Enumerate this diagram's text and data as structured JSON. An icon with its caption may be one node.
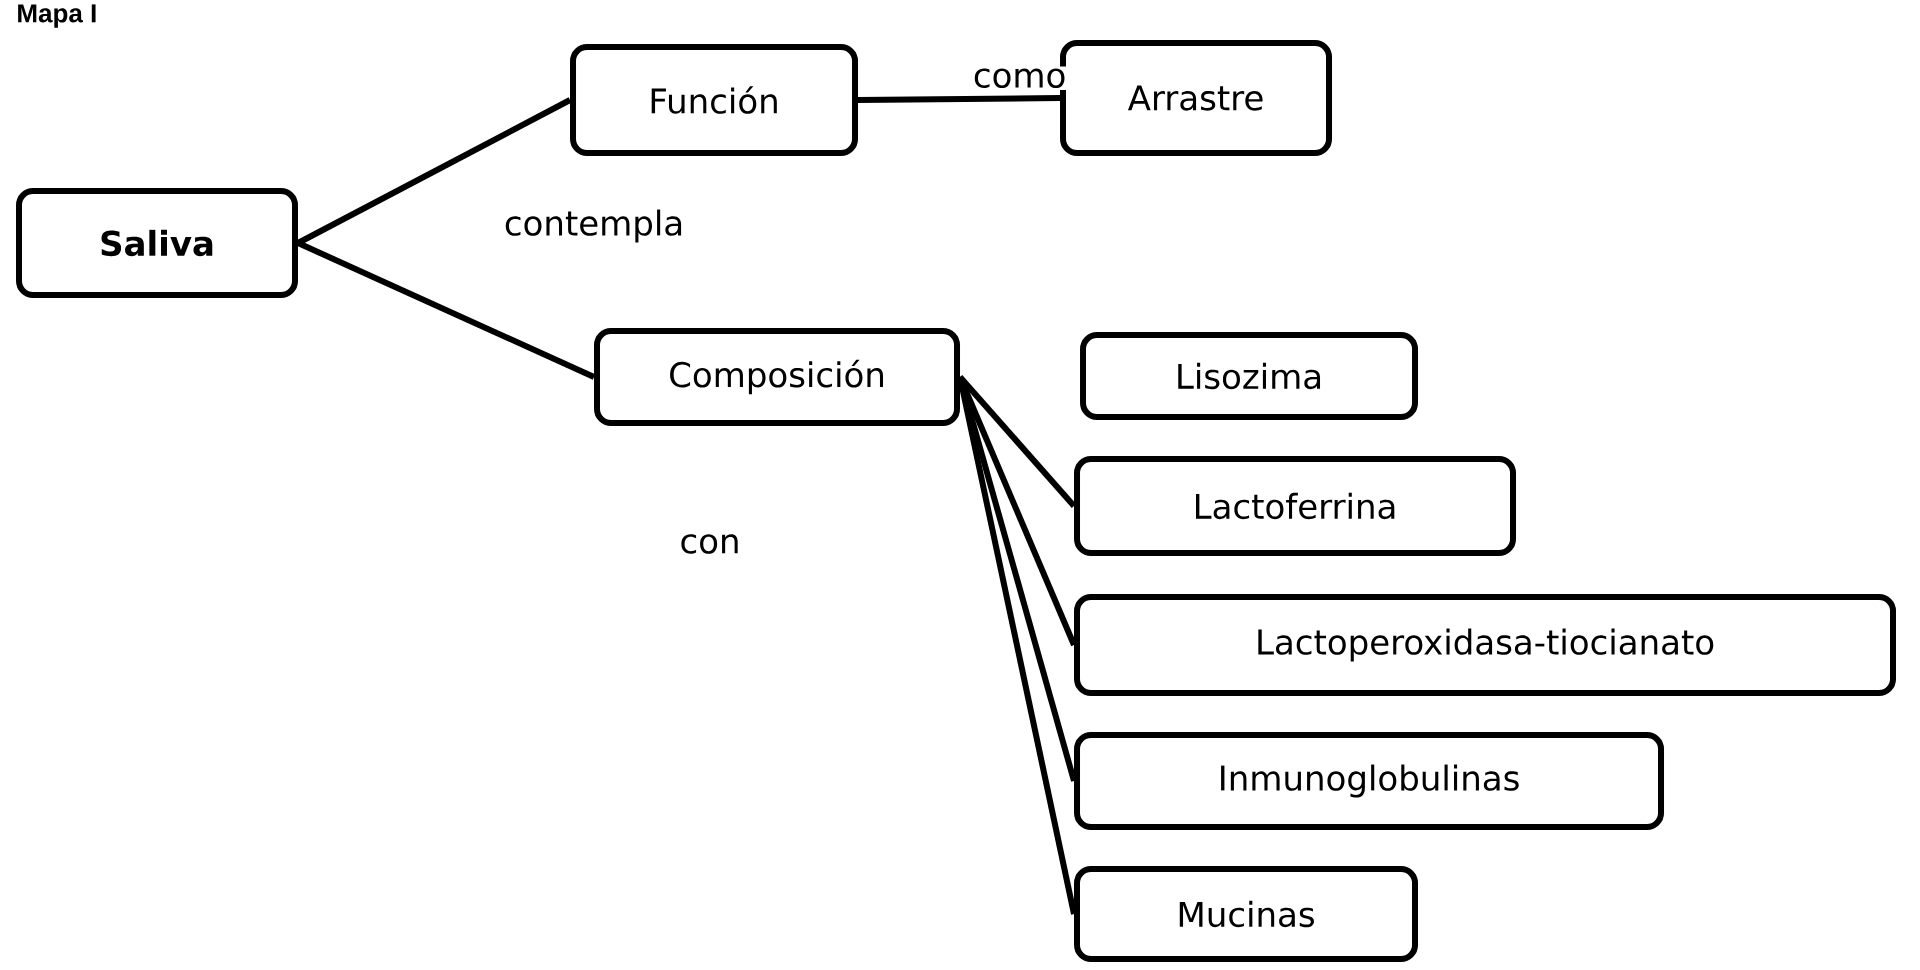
{
  "diagram": {
    "title": "Mapa I",
    "nodes": [
      {
        "text": [
          "Saliva"
        ]
      },
      {
        "text": [
          "Función"
        ]
      },
      {
        "text": [
          "Arrastre"
        ]
      },
      {
        "text": [
          "Composición"
        ]
      },
      {
        "text": [
          "Lisozima"
        ]
      },
      {
        "text": [
          "Lactoferrina"
        ]
      },
      {
        "text": [
          "Lactoperoxidasa-tiocianato"
        ]
      },
      {
        "text": [
          "Inmunoglobulinas"
        ]
      },
      {
        "text": [
          "Mucinas"
        ]
      }
    ],
    "edges": [
      {
        "from": 0,
        "to": 1,
        "arrow": "none"
      },
      {
        "from": 0,
        "to": 3,
        "arrow": "none"
      },
      {
        "from": 1,
        "to": 2,
        "arrow": "none",
        "label": "como"
      },
      {
        "from": 3,
        "to": 5,
        "arrow": "none"
      },
      {
        "from": 3,
        "to": 6,
        "arrow": "none"
      },
      {
        "from": 3,
        "to": 7,
        "arrow": "none"
      },
      {
        "from": 3,
        "to": 8,
        "arrow": "none"
      }
    ],
    "labels": [
      "contempla",
      "con"
    ]
  }
}
